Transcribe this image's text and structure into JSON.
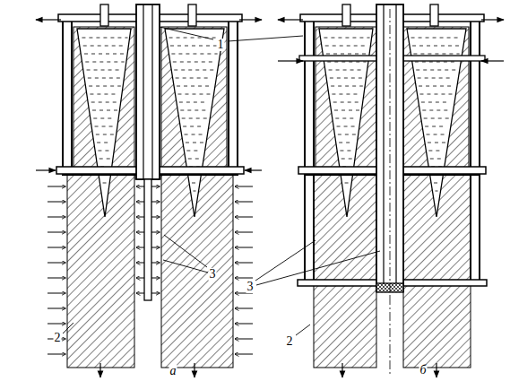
{
  "diagram": {
    "labels": [
      "1",
      "3",
      "2",
      "а",
      "3",
      "2",
      "б"
    ]
  }
}
